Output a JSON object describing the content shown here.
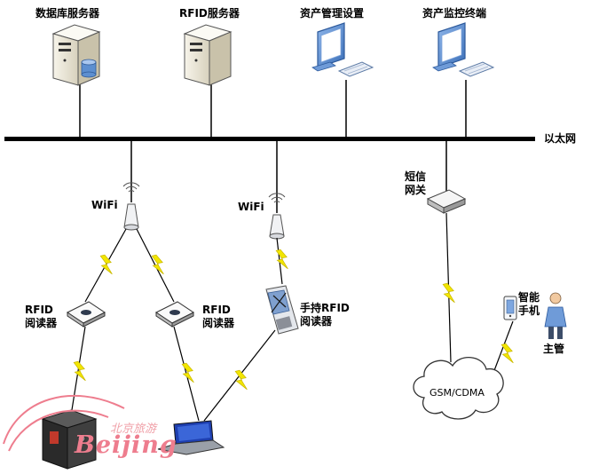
{
  "servers": {
    "database": "数据库服务器",
    "rfid": "RFID服务器",
    "asset_mgmt": "资产管理设置",
    "asset_monitor": "资产监控终端"
  },
  "network": {
    "ethernet": "以太网",
    "wifi_left": "WiFi",
    "wifi_right": "WiFi",
    "sms_gateway": "短信\n网关",
    "gsm": "GSM/CDMA"
  },
  "devices": {
    "rfid_reader_left": "RFID\n阅读器",
    "rfid_reader_mid": "RFID\n阅读器",
    "handheld_rfid": "手持RFID\n阅读器",
    "smartphone": "智能\n手机",
    "supervisor": "主管"
  },
  "watermark": {
    "cn": "北京旅游",
    "en": "Beijing"
  },
  "colors": {
    "bus": "#000000",
    "lightning": "#f2e600",
    "server_body": "#ece8dc",
    "monitor_blue": "#5b8fd2",
    "laptop_screen": "#1e3fb0",
    "watermark": "#ee7d8e"
  },
  "icons": [
    "server-icon",
    "database-icon",
    "monitor-icon",
    "keyboard-icon",
    "antenna-icon",
    "reader-icon",
    "handheld-icon",
    "gateway-icon",
    "cloud-icon",
    "phone-icon",
    "person-icon",
    "safe-icon",
    "laptop-icon",
    "lightning-icon"
  ]
}
